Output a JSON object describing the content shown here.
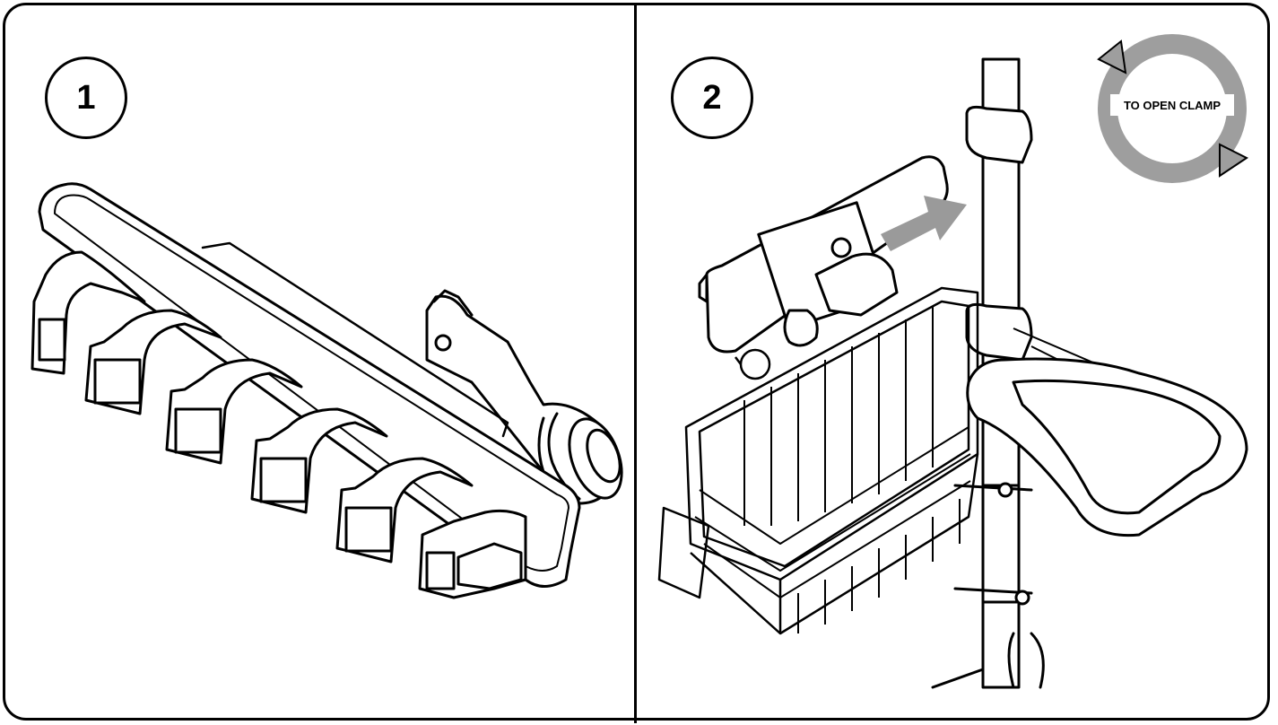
{
  "steps": [
    {
      "number": "1"
    },
    {
      "number": "2"
    }
  ],
  "rotation_icon": {
    "label": "TO OPEN CLAMP",
    "color": "#9e9e9e"
  },
  "arrow_color": "#9a9a9a",
  "line_color": "#000000"
}
